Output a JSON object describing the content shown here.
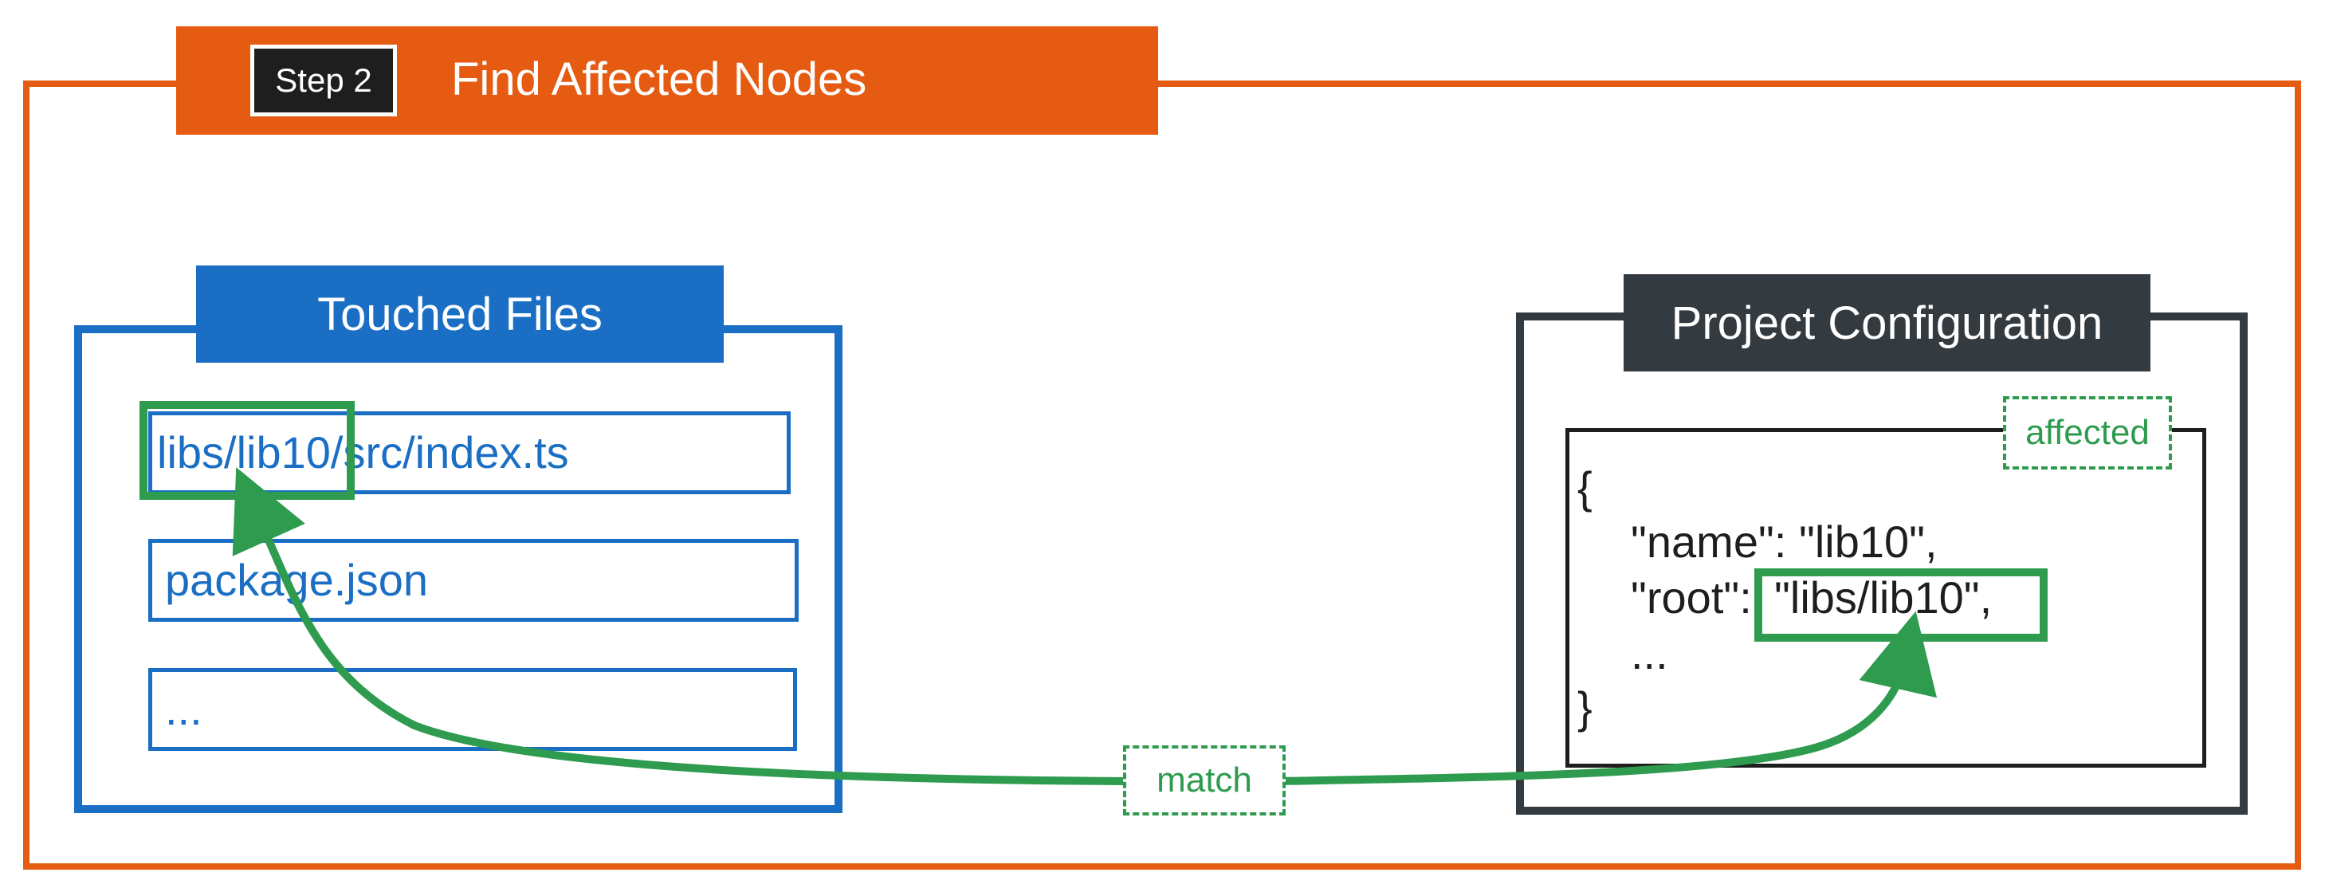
{
  "step": {
    "badge": "Step 2",
    "title": "Find Affected Nodes"
  },
  "touched_files": {
    "title": "Touched Files",
    "files": [
      "libs/lib10/src/index.ts",
      "package.json",
      "..."
    ],
    "highlight": "libs/lib10"
  },
  "project_configuration": {
    "title": "Project Configuration",
    "tag": "affected",
    "code": {
      "open_brace": "{",
      "name_line": "\"name\": \"lib10\",",
      "root_key": "\"root\":",
      "root_value": "\"libs/lib10\",",
      "ellipsis": "...",
      "close_brace": "}"
    }
  },
  "connector": {
    "label": "match"
  },
  "colors": {
    "orange": "#e55b12",
    "blue": "#1a6fc4",
    "dark": "#333a40",
    "green": "#2e9b4e"
  }
}
